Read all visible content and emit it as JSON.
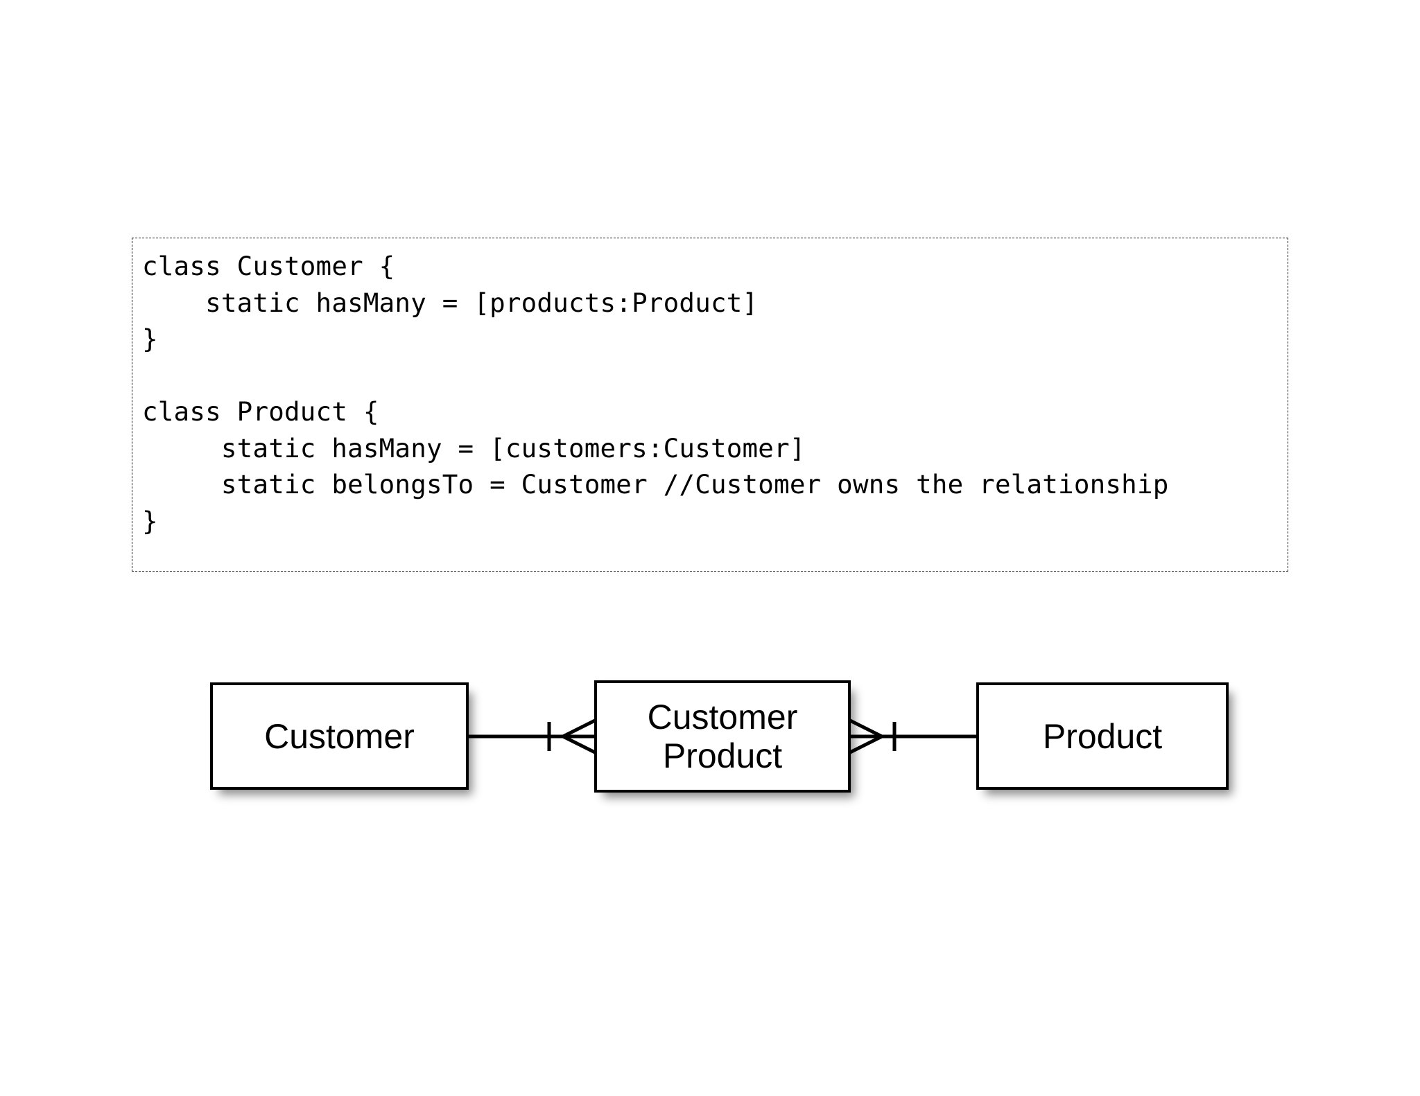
{
  "code_block": {
    "language": "groovy",
    "lines": [
      "class Customer {",
      "    static hasMany = [products:Product]",
      "}",
      "",
      "class Product {",
      "     static hasMany = [customers:Customer]",
      "     static belongsTo = Customer //Customer owns the relationship",
      "}"
    ]
  },
  "diagram": {
    "type": "entity-relationship",
    "notation": "crows-foot",
    "entities": [
      {
        "id": "customer",
        "label": "Customer"
      },
      {
        "id": "customer-product",
        "label": "Customer\nProduct"
      },
      {
        "id": "product",
        "label": "Product"
      }
    ],
    "relationships": [
      {
        "id": "customer-to-join",
        "from": "customer",
        "to": "customer-product",
        "from_cardinality": "one",
        "to_cardinality": "many",
        "from_symbol": "one-tick",
        "to_symbol": "crows-foot"
      },
      {
        "id": "join-to-product",
        "from": "customer-product",
        "to": "product",
        "from_cardinality": "many",
        "to_cardinality": "one",
        "from_symbol": "crows-foot",
        "to_symbol": "one-tick"
      }
    ],
    "colors": {
      "box_fill": "#ffffff",
      "box_border": "#000000",
      "line": "#000000",
      "code_border": "#1c1c1c",
      "background": "#ffffff"
    }
  }
}
